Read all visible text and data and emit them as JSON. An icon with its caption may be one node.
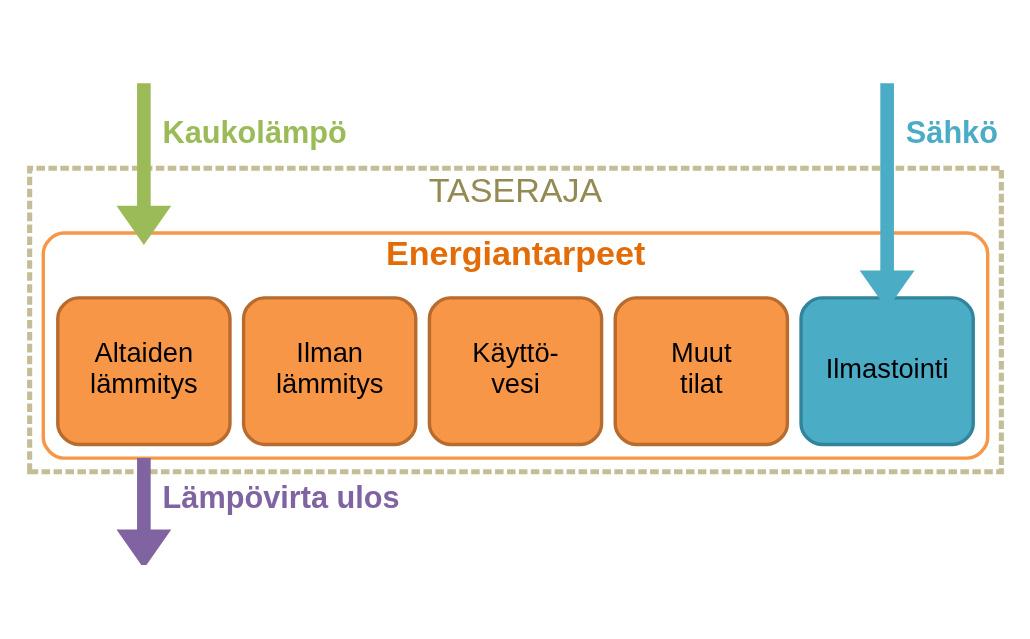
{
  "diagram": {
    "nodes": [
      {
        "text": [
          "TASERAJA"
        ]
      },
      {
        "text": [
          "Energiantarpeet"
        ],
        "in": 0
      },
      {
        "text": [
          "Altaiden lämmitys"
        ],
        "in": 1
      },
      {
        "text": [
          "Ilman lämmitys"
        ],
        "in": 1
      },
      {
        "text": [
          "Käyttö- vesi"
        ],
        "in": 1
      },
      {
        "text": [
          "Muut tilat"
        ],
        "in": 1
      },
      {
        "text": [
          "Ilmastointi"
        ],
        "in": 1
      }
    ],
    "edges": [
      {
        "from": null,
        "to": 1,
        "arrow": "to",
        "label": "Kaukolämpö",
        "color": "#9bbb59"
      },
      {
        "from": null,
        "to": 6,
        "arrow": "to",
        "label": "Sähkö",
        "color": "#4bacc6"
      },
      {
        "from": 1,
        "to": null,
        "arrow": "to",
        "label": "Lämpövirta ulos",
        "color": "#8064a2"
      }
    ]
  }
}
